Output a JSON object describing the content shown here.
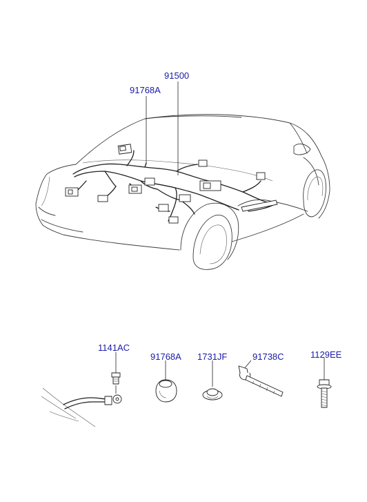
{
  "callouts": {
    "harness_main": "91500",
    "harness_grommet": "91768A",
    "ground_bolt": "1141AC",
    "grommet": "91768A",
    "clip": "1731JF",
    "cable_tie": "91738C",
    "bolt": "1129EE"
  },
  "colors": {
    "label": "#1a1aa6",
    "line": "#3a3a3a"
  }
}
